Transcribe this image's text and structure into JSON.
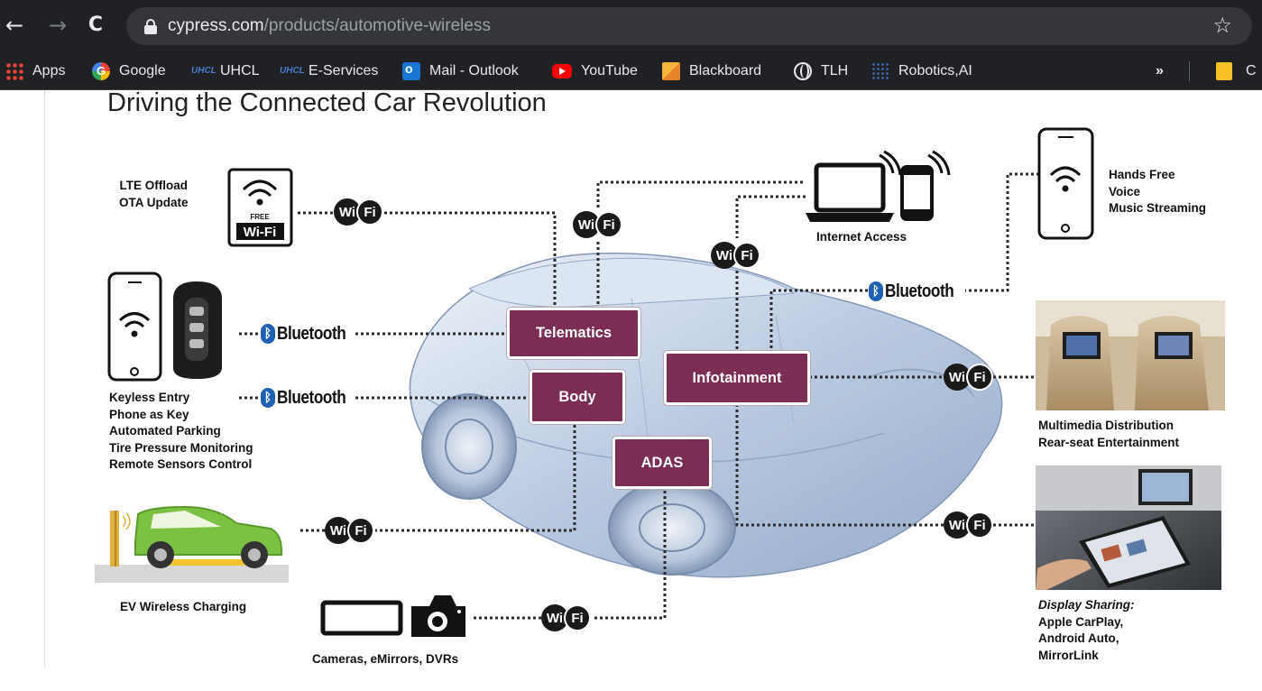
{
  "browser": {
    "nav": {
      "back": "←",
      "forward": "→",
      "reload": "C"
    },
    "url_host": "cypress.com",
    "url_path": "/products/automotive-wireless",
    "star": "☆",
    "bookmarks": [
      {
        "label": "Apps",
        "icon": "apps-grid-icon"
      },
      {
        "label": "Google",
        "icon": "google-icon"
      },
      {
        "label": "UHCL",
        "icon": "uhcl-icon"
      },
      {
        "label": "E-Services",
        "icon": "uhcl-icon"
      },
      {
        "label": "Mail - Outlook",
        "icon": "outlook-icon"
      },
      {
        "label": "YouTube",
        "icon": "youtube-icon"
      },
      {
        "label": "Blackboard",
        "icon": "blackboard-icon"
      },
      {
        "label": "TLH",
        "icon": "globe-icon"
      },
      {
        "label": "Robotics,AI",
        "icon": "dotted-grid-icon"
      }
    ],
    "overflow": "»",
    "partial_bookmark": "C",
    "uhcl_mark": "UHCL"
  },
  "page": {
    "title": "Driving the Connected Car Revolution",
    "modules": {
      "telematics": "Telematics",
      "body": "Body",
      "infotainment": "Infotainment",
      "adas": "ADAS"
    },
    "badges": {
      "wifi_left": "Wi",
      "wifi_right": "Fi",
      "bluetooth": "Bluetooth",
      "bluetooth_rune": "ᛒ"
    },
    "free_wifi": {
      "free": "FREE",
      "wifi": "Wi-Fi"
    },
    "labels": {
      "lte": [
        "LTE Offload",
        "OTA Update"
      ],
      "keyless": [
        "Keyless Entry",
        "Phone as Key",
        "Automated Parking",
        "Tire Pressure Monitoring",
        "Remote Sensors Control"
      ],
      "ev": "EV Wireless Charging",
      "cameras": "Cameras, eMirrors, DVRs",
      "internet": "Internet Access",
      "hands_free": [
        "Hands Free",
        "Voice",
        "Music Streaming"
      ],
      "multimedia": [
        "Multimedia Distribution",
        "Rear-seat Entertainment"
      ],
      "display_sharing_title": "Display Sharing:",
      "display_sharing": [
        "Apple CarPlay,",
        "Android Auto,",
        "MirrorLink"
      ]
    },
    "colors": {
      "module": "#7b2d53",
      "bluetooth": "#1f60b4",
      "ev_car": "#7cc242",
      "car_blue": "#a9bdd8"
    }
  }
}
